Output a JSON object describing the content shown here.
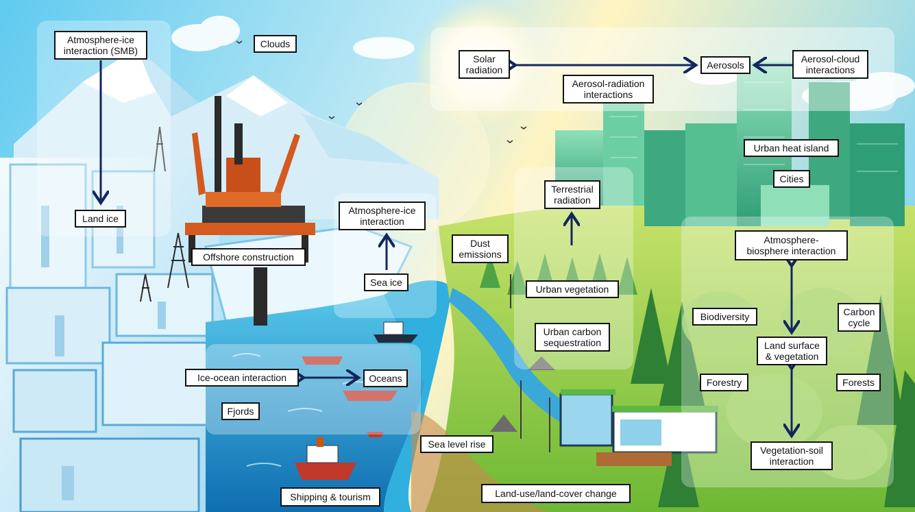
{
  "colors": {
    "sky_top": "#38bde8",
    "sky_glow": "#fff4c2",
    "ice_light": "#e3f4fb",
    "ice_mid": "#9fd6ef",
    "ice_shadow": "#4d9bd0",
    "water_deep": "#1376b8",
    "water_light": "#2fb0de",
    "grass": "#7cc23c",
    "forest_dark": "#1f6b2a",
    "forest_mid": "#3d9440",
    "city_green": "#4db88e",
    "rig_orange": "#d45a1f",
    "rig_dark": "#2b2b2b",
    "arrow": "#14255e",
    "label_border": "#111111"
  },
  "labels": {
    "atmosphere_ice_smb": "Atmosphere-ice\ninteraction (SMB)",
    "clouds": "Clouds",
    "land_ice": "Land ice",
    "offshore_construction": "Offshore construction",
    "atmosphere_ice_interaction": "Atmosphere-ice\ninteraction",
    "sea_ice": "Sea ice",
    "dust_emissions": "Dust\nemissions",
    "ice_ocean_interaction": "Ice-ocean interaction",
    "oceans": "Oceans",
    "fjords": "Fjords",
    "sea_level_rise": "Sea level rise",
    "shipping_tourism": "Shipping & tourism",
    "land_use_change": "Land-use/land-cover change",
    "solar_radiation": "Solar\nradiation",
    "aerosol_radiation": "Aerosol-radiation\ninteractions",
    "aerosols": "Aerosols",
    "aerosol_cloud": "Aerosol-cloud\ninteractions",
    "urban_heat_island": "Urban heat island",
    "cities": "Cities",
    "terrestrial_radiation": "Terrestrial\nradiation",
    "urban_vegetation": "Urban vegetation",
    "urban_carbon": "Urban carbon\nsequestration",
    "atmosphere_biosphere": "Atmosphere-\nbiosphere interaction",
    "biodiversity": "Biodiversity",
    "carbon_cycle": "Carbon\ncycle",
    "land_surface_vegetation": "Land surface\n& vegetation",
    "forestry": "Forestry",
    "forests": "Forests",
    "vegetation_soil": "Vegetation-soil\ninteraction"
  }
}
